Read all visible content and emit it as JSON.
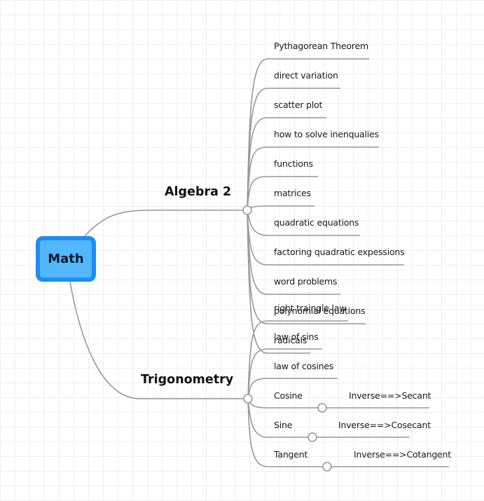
{
  "root": {
    "label": "Math"
  },
  "colors": {
    "line": "#999999",
    "root_fill": "#53b7fc",
    "root_border": "#1e8cf5"
  },
  "algebra": {
    "label": "Algebra 2",
    "topics": [
      "Pythagorean Theorem",
      "direct variation",
      "scatter plot",
      "how to solve inenqualies",
      "functions",
      "matrices",
      "quadratic equations",
      "factoring quadratic expessions",
      "word problems",
      "polynomial equations",
      "radicals"
    ]
  },
  "trig": {
    "label": "Trigonometry",
    "topics": [
      "right traingle law",
      "law of sins",
      "law of cosines",
      "Cosine",
      "Sine",
      "Tangent"
    ],
    "inverses": [
      "Inverse==>Secant",
      "Inverse==>Cosecant",
      "Inverse==>Cotangent"
    ]
  }
}
